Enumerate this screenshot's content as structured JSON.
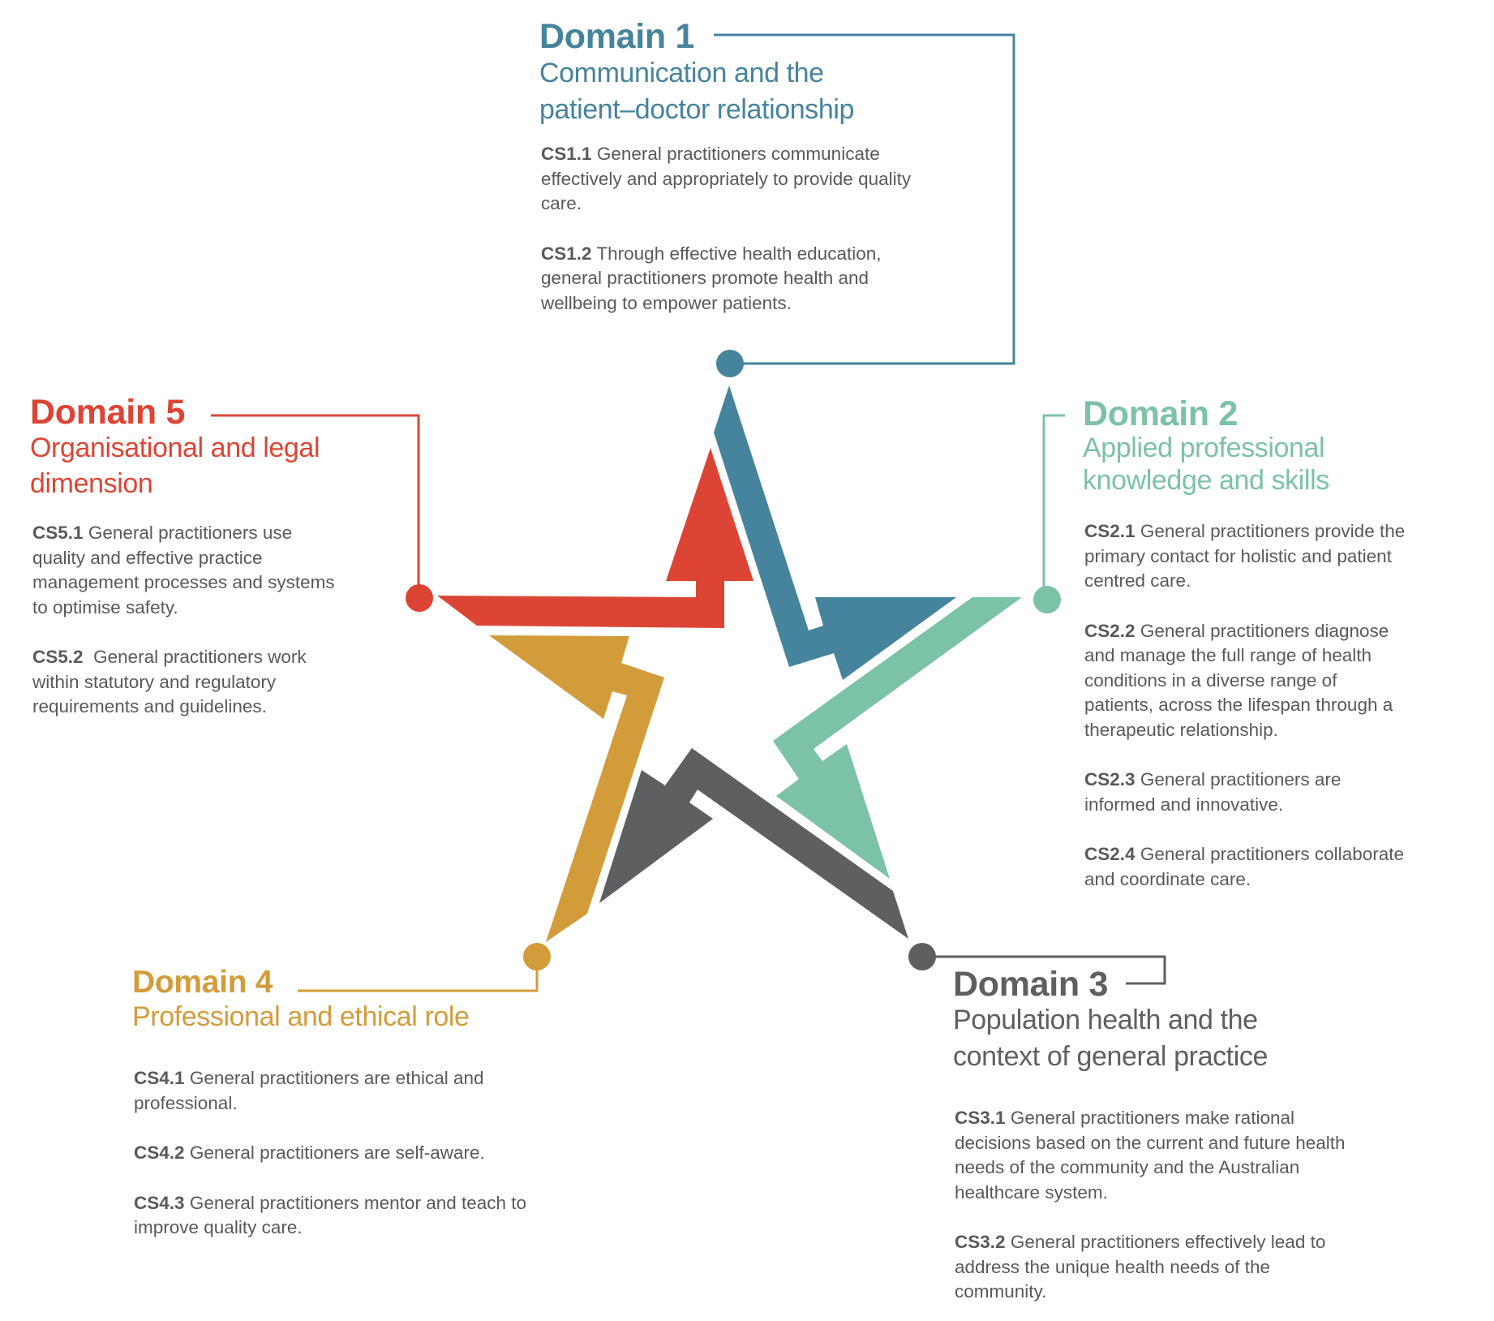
{
  "colors": {
    "domain1": "#45849c",
    "domain2": "#7bc2a6",
    "domain3": "#5d5f61",
    "domain4": "#d39c3b",
    "domain5": "#dc4535",
    "body_text": "#58595b"
  },
  "domains": [
    {
      "title": "Domain 1",
      "subtitle_lines": [
        "Communication and the",
        "patient–doctor relationship"
      ],
      "standards": [
        {
          "code": "CS1.1",
          "lines": [
            "General practitioners communicate",
            "effectively and appropriately to provide quality",
            "care."
          ]
        },
        {
          "code": "CS1.2",
          "lines": [
            "Through effective health education,",
            "general practitioners promote health and",
            "wellbeing to empower patients."
          ]
        }
      ]
    },
    {
      "title": "Domain 2",
      "subtitle_lines": [
        "Applied professional",
        "knowledge and skills"
      ],
      "standards": [
        {
          "code": "CS2.1",
          "lines": [
            "General practitioners provide the",
            "primary contact for holistic and patient",
            "centred care."
          ]
        },
        {
          "code": "CS2.2",
          "lines": [
            "General practitioners diagnose",
            "and manage the full range of health",
            "conditions in a diverse range of",
            "patients, across the lifespan through a",
            "therapeutic relationship."
          ]
        },
        {
          "code": "CS2.3",
          "lines": [
            "General practitioners are",
            "informed and innovative."
          ]
        },
        {
          "code": "CS2.4",
          "lines": [
            "General practitioners collaborate",
            "and coordinate care."
          ]
        }
      ]
    },
    {
      "title": "Domain 3",
      "subtitle_lines": [
        "Population health and the",
        "context of general practice"
      ],
      "standards": [
        {
          "code": "CS3.1",
          "lines": [
            "General practitioners make rational",
            "decisions based on the current and future health",
            "needs of the community and the Australian",
            "healthcare system."
          ]
        },
        {
          "code": "CS3.2",
          "lines": [
            "General practitioners effectively lead to",
            "address the unique health needs of the",
            "community."
          ]
        }
      ]
    },
    {
      "title": "Domain 4",
      "subtitle_lines": [
        "Professional and ethical role"
      ],
      "standards": [
        {
          "code": "CS4.1",
          "lines": [
            "General practitioners are ethical and",
            "professional."
          ]
        },
        {
          "code": "CS4.2",
          "lines": [
            "General practitioners are self-aware."
          ]
        },
        {
          "code": "CS4.3",
          "lines": [
            "General practitioners mentor and teach to",
            "improve quality care."
          ]
        }
      ]
    },
    {
      "title": "Domain 5",
      "subtitle_lines": [
        "Organisational and legal",
        "dimension"
      ],
      "standards": [
        {
          "code": "CS5.1",
          "lines": [
            "General practitioners use",
            "quality and effective practice",
            "management processes and systems",
            "to optimise safety."
          ]
        },
        {
          "code": "CS5.2",
          "lines": [
            "General practitioners work",
            "within statutory and regulatory",
            "requirements and guidelines."
          ]
        }
      ]
    }
  ]
}
